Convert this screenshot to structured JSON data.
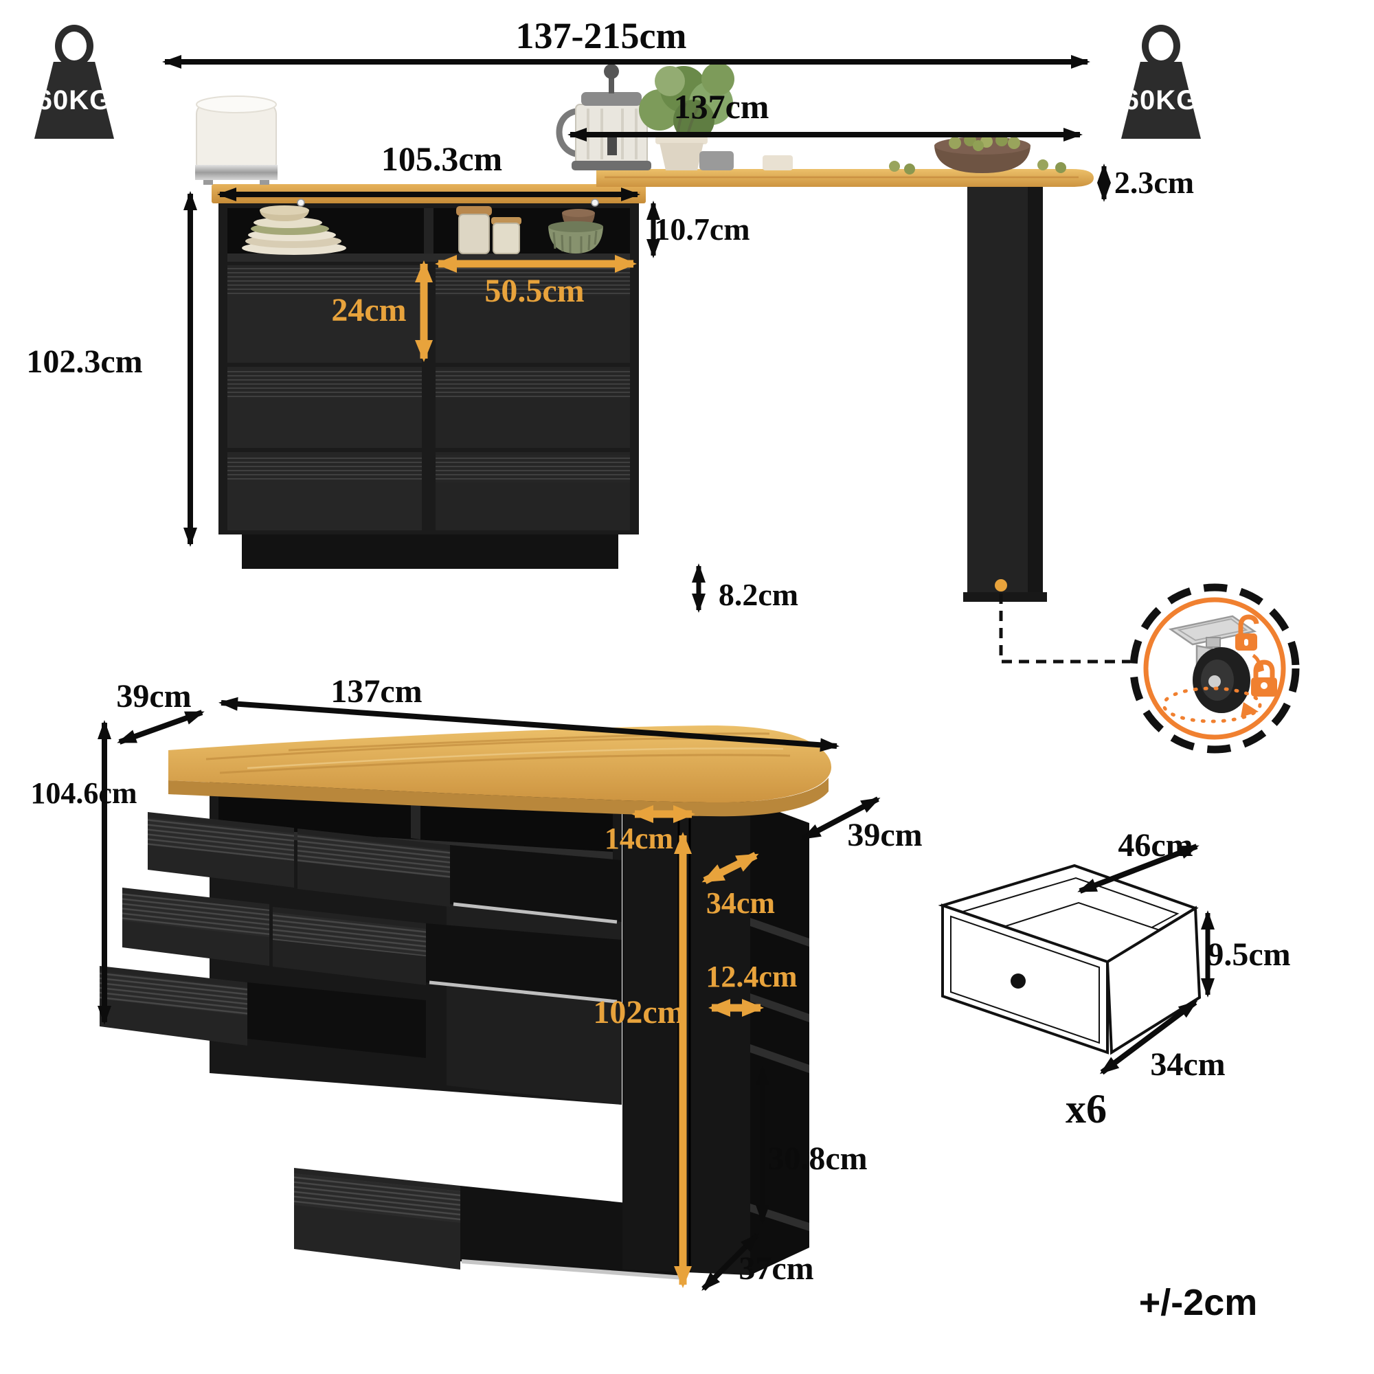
{
  "figure": {
    "tolerance_note": "+/-2cm",
    "weight_capacity_left": "60KG",
    "weight_capacity_right": "60KG"
  },
  "top_view": {
    "extension_range": "137-215cm",
    "bar_top_length": "137cm",
    "cabinet_top_width": "105.3cm",
    "cabinet_height": "102.3cm",
    "open_shelf_height": "10.7cm",
    "drawer_section_width": "50.5cm",
    "drawer_section_height": "24cm",
    "tabletop_thickness": "2.3cm",
    "plinth_height": "8.2cm"
  },
  "bottom_view": {
    "top_depth_left": "39cm",
    "top_length": "137cm",
    "total_height": "104.6cm",
    "side_clearance_width": "14cm",
    "side_top_depth": "34cm",
    "cabinet_height": "102cm",
    "side_shelf_inner_width": "12.4cm",
    "top_depth_right": "39cm",
    "side_shelf_section_height": "30.8cm",
    "side_base_depth": "37cm"
  },
  "drawer_detail": {
    "inner_width": "46cm",
    "inner_height": "9.5cm",
    "inner_depth": "34cm",
    "quantity": "x6"
  },
  "icons": {
    "weight": "weight-icon",
    "caster": "caster-wheel-icon",
    "unlock": "unlock-icon",
    "lock": "lock-icon",
    "rotation": "rotation-arrow-icon"
  },
  "colors": {
    "dimension_black": "#0b0b0b",
    "dimension_orange": "#E8A33C",
    "caster_ring_orange": "#F08030",
    "wood": "#D49A43",
    "cabinet_black": "#1E1E1E"
  }
}
